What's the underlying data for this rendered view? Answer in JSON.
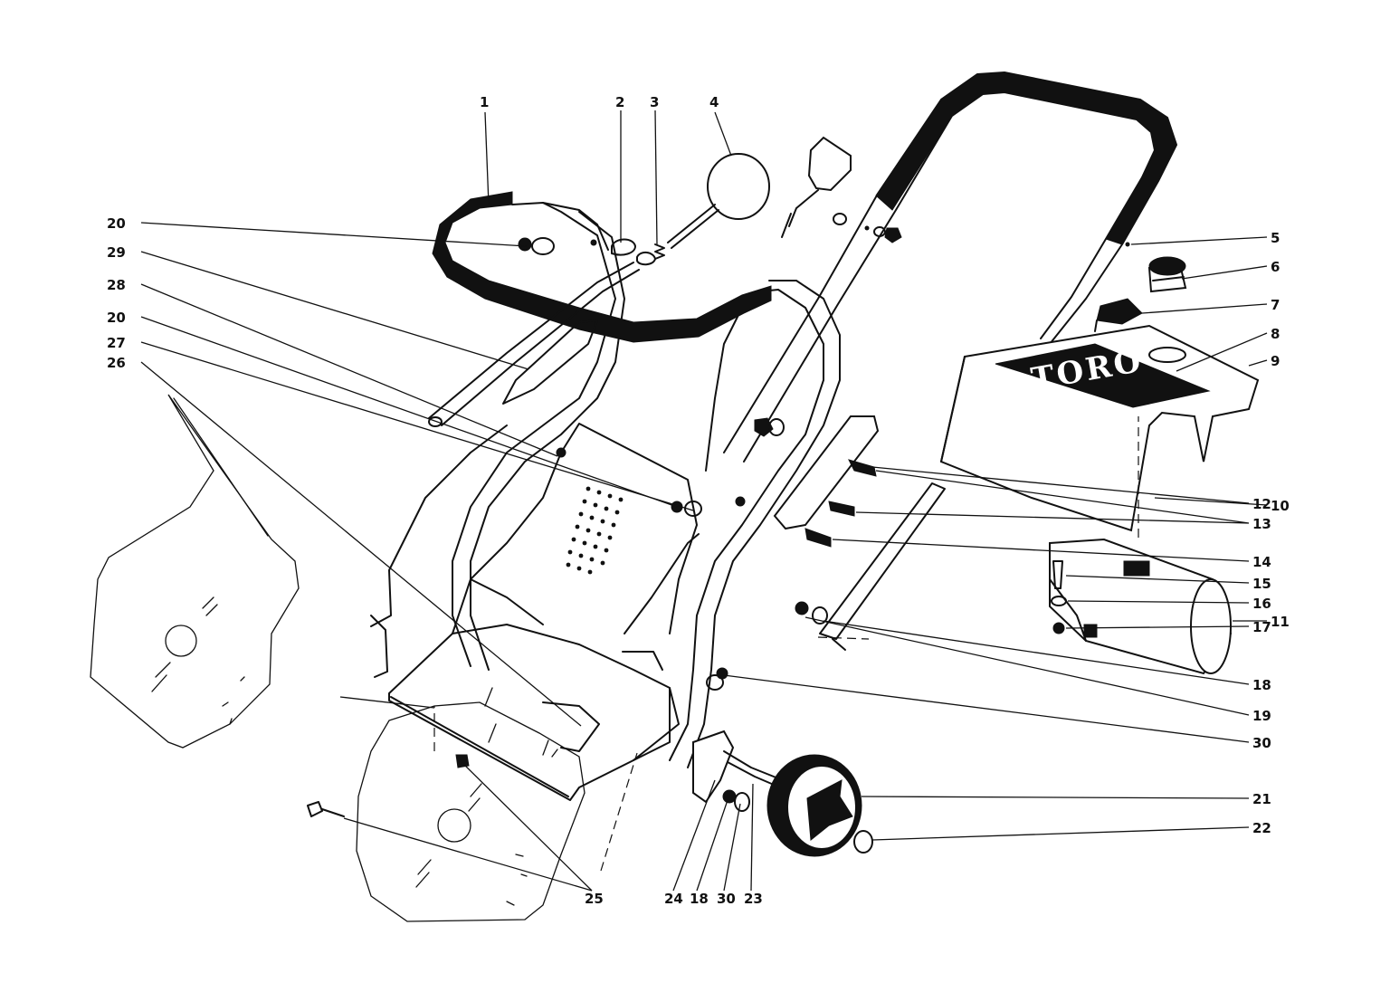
{
  "logo": {
    "brand_text": "TORO"
  },
  "callouts": [
    {
      "id": "c1",
      "text": "1"
    },
    {
      "id": "c2",
      "text": "2"
    },
    {
      "id": "c3",
      "text": "3"
    },
    {
      "id": "c4",
      "text": "4"
    },
    {
      "id": "c5",
      "text": "5"
    },
    {
      "id": "c6",
      "text": "6"
    },
    {
      "id": "c7",
      "text": "7"
    },
    {
      "id": "c8",
      "text": "8"
    },
    {
      "id": "c9",
      "text": "9"
    },
    {
      "id": "c10",
      "text": "10"
    },
    {
      "id": "c11",
      "text": "11"
    },
    {
      "id": "c12",
      "text": "12"
    },
    {
      "id": "c13",
      "text": "13"
    },
    {
      "id": "c14",
      "text": "14"
    },
    {
      "id": "c15",
      "text": "15"
    },
    {
      "id": "c16",
      "text": "16"
    },
    {
      "id": "c17",
      "text": "17"
    },
    {
      "id": "c18a",
      "text": "18"
    },
    {
      "id": "c19",
      "text": "19"
    },
    {
      "id": "c30a",
      "text": "30"
    },
    {
      "id": "c21",
      "text": "21"
    },
    {
      "id": "c22",
      "text": "22"
    },
    {
      "id": "c24",
      "text": "24"
    },
    {
      "id": "c18b",
      "text": "18"
    },
    {
      "id": "c30b",
      "text": "30"
    },
    {
      "id": "c23",
      "text": "23"
    },
    {
      "id": "c25",
      "text": "25"
    },
    {
      "id": "c20a",
      "text": "20"
    },
    {
      "id": "c29",
      "text": "29"
    },
    {
      "id": "c28",
      "text": "28"
    },
    {
      "id": "c20b",
      "text": "20"
    },
    {
      "id": "c27",
      "text": "27"
    },
    {
      "id": "c26",
      "text": "26"
    }
  ]
}
